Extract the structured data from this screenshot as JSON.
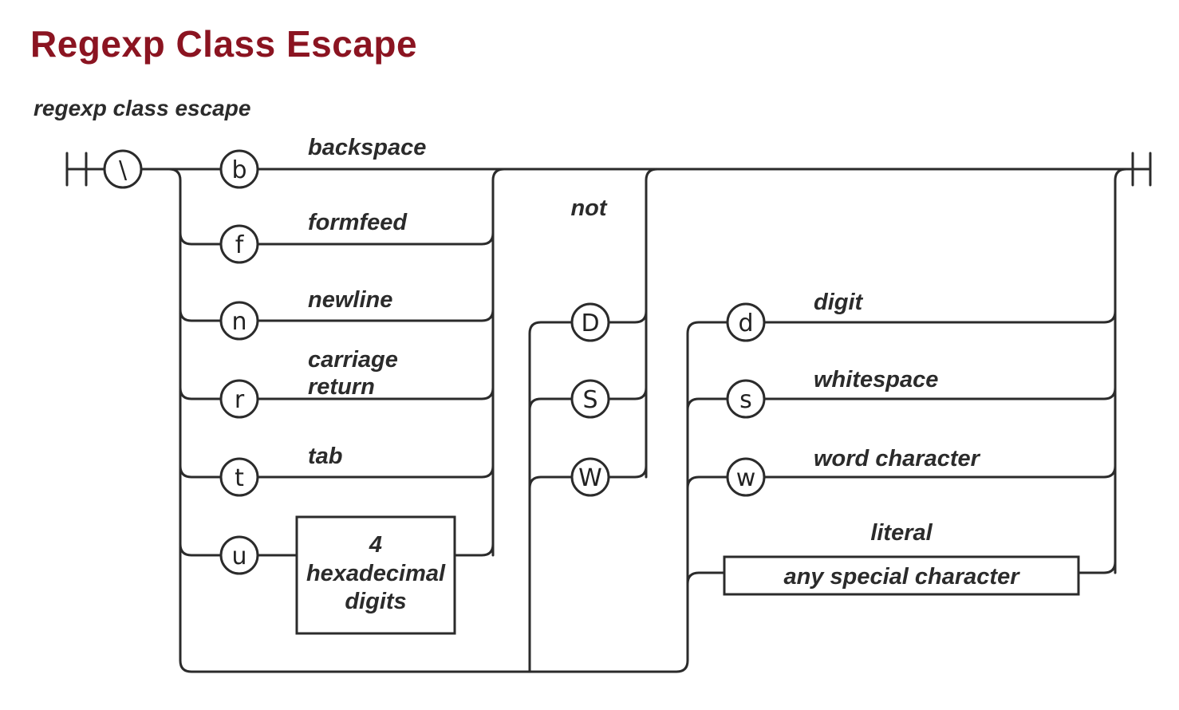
{
  "page_title": "Regexp Class Escape",
  "diagram_caption": "regexp class escape",
  "backslash": "\\",
  "simple_escapes": [
    {
      "char": "b",
      "label": "backspace"
    },
    {
      "char": "f",
      "label": "formfeed"
    },
    {
      "char": "n",
      "label": "newline"
    },
    {
      "char": "r",
      "label": [
        "carriage",
        "return"
      ]
    },
    {
      "char": "t",
      "label": "tab"
    },
    {
      "char": "u",
      "label": ""
    }
  ],
  "hex_box": [
    "4",
    "hexadecimal",
    "digits"
  ],
  "not_label": "not",
  "negated_classes": [
    "D",
    "S",
    "W"
  ],
  "char_classes": [
    {
      "char": "d",
      "label": "digit"
    },
    {
      "char": "s",
      "label": "whitespace"
    },
    {
      "char": "w",
      "label": "word character"
    }
  ],
  "literal_label": "literal",
  "literal_box": "any special character",
  "colors": {
    "title": "#8b1421",
    "line": "#2b2b2b"
  }
}
